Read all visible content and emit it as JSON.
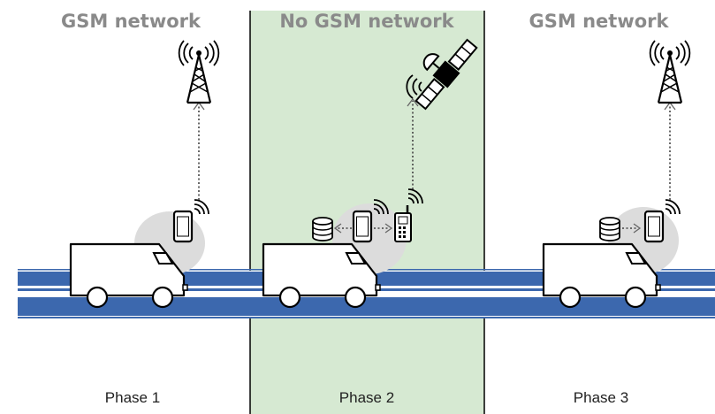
{
  "panels": [
    {
      "heading": "GSM network",
      "phase": "Phase 1",
      "shaded": false
    },
    {
      "heading": "No GSM network",
      "phase": "Phase 2",
      "shaded": true
    },
    {
      "heading": "GSM network",
      "phase": "Phase 3",
      "shaded": false
    }
  ],
  "colors": {
    "road": "#3c68ae",
    "shade": "#d6e9d2",
    "heading": "#8a8a8a",
    "bubble": "#dcdcdc",
    "line": "#000000"
  },
  "icons": [
    "cell-tower-icon",
    "satellite-icon",
    "smartphone-icon",
    "satellite-phone-icon",
    "database-icon",
    "van-icon",
    "signal-waves-icon"
  ]
}
